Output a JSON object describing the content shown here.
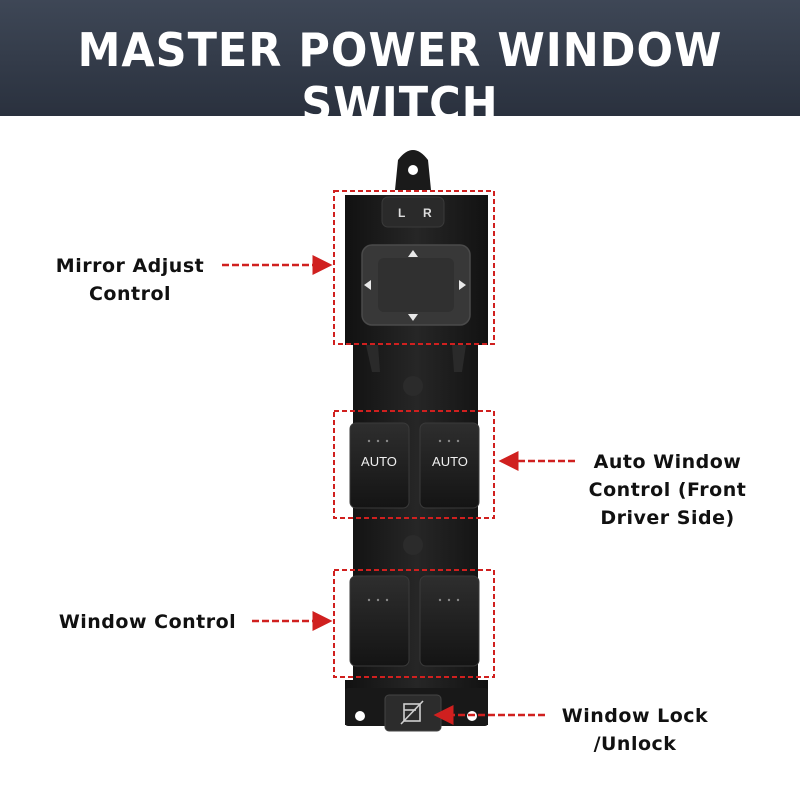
{
  "title": "MASTER POWER WINDOW SWITCH",
  "mirror_selector": {
    "left_label": "L",
    "right_label": "R"
  },
  "buttons": {
    "auto_left": "AUTO",
    "auto_right": "AUTO"
  },
  "callouts": {
    "mirror": [
      "Mirror Adjust",
      "Control"
    ],
    "auto": [
      "Auto Window",
      "Control (Front",
      "Driver Side)"
    ],
    "window": [
      "Window Control"
    ],
    "lock": [
      "Window Lock",
      "/Unlock"
    ]
  },
  "colors": {
    "banner": "#2f3744",
    "callout_box": "#d0201f",
    "arrow": "#d0201f",
    "body": "#1b1b1b"
  }
}
